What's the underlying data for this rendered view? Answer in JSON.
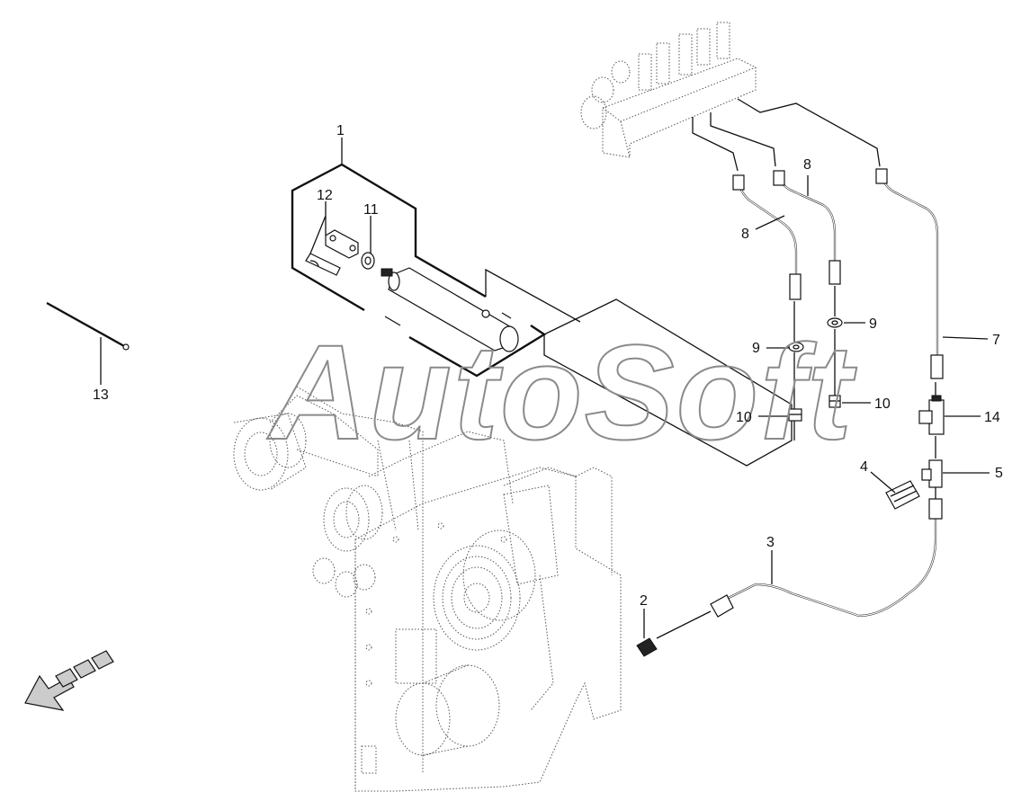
{
  "watermark": {
    "text": "AutoSoft"
  },
  "callouts": [
    {
      "id": "c1",
      "label": "1"
    },
    {
      "id": "c2",
      "label": "2"
    },
    {
      "id": "c3",
      "label": "3"
    },
    {
      "id": "c4",
      "label": "4"
    },
    {
      "id": "c5",
      "label": "5"
    },
    {
      "id": "c7",
      "label": "7"
    },
    {
      "id": "c8a",
      "label": "8"
    },
    {
      "id": "c8b",
      "label": "8"
    },
    {
      "id": "c9a",
      "label": "9"
    },
    {
      "id": "c9b",
      "label": "9"
    },
    {
      "id": "c10a",
      "label": "10"
    },
    {
      "id": "c10b",
      "label": "10"
    },
    {
      "id": "c11",
      "label": "11"
    },
    {
      "id": "c12",
      "label": "12"
    },
    {
      "id": "c13",
      "label": "13"
    },
    {
      "id": "c14",
      "label": "14"
    }
  ],
  "colors": {
    "line": "#111111",
    "watermark": "#8a8a8a",
    "background": "#ffffff"
  }
}
